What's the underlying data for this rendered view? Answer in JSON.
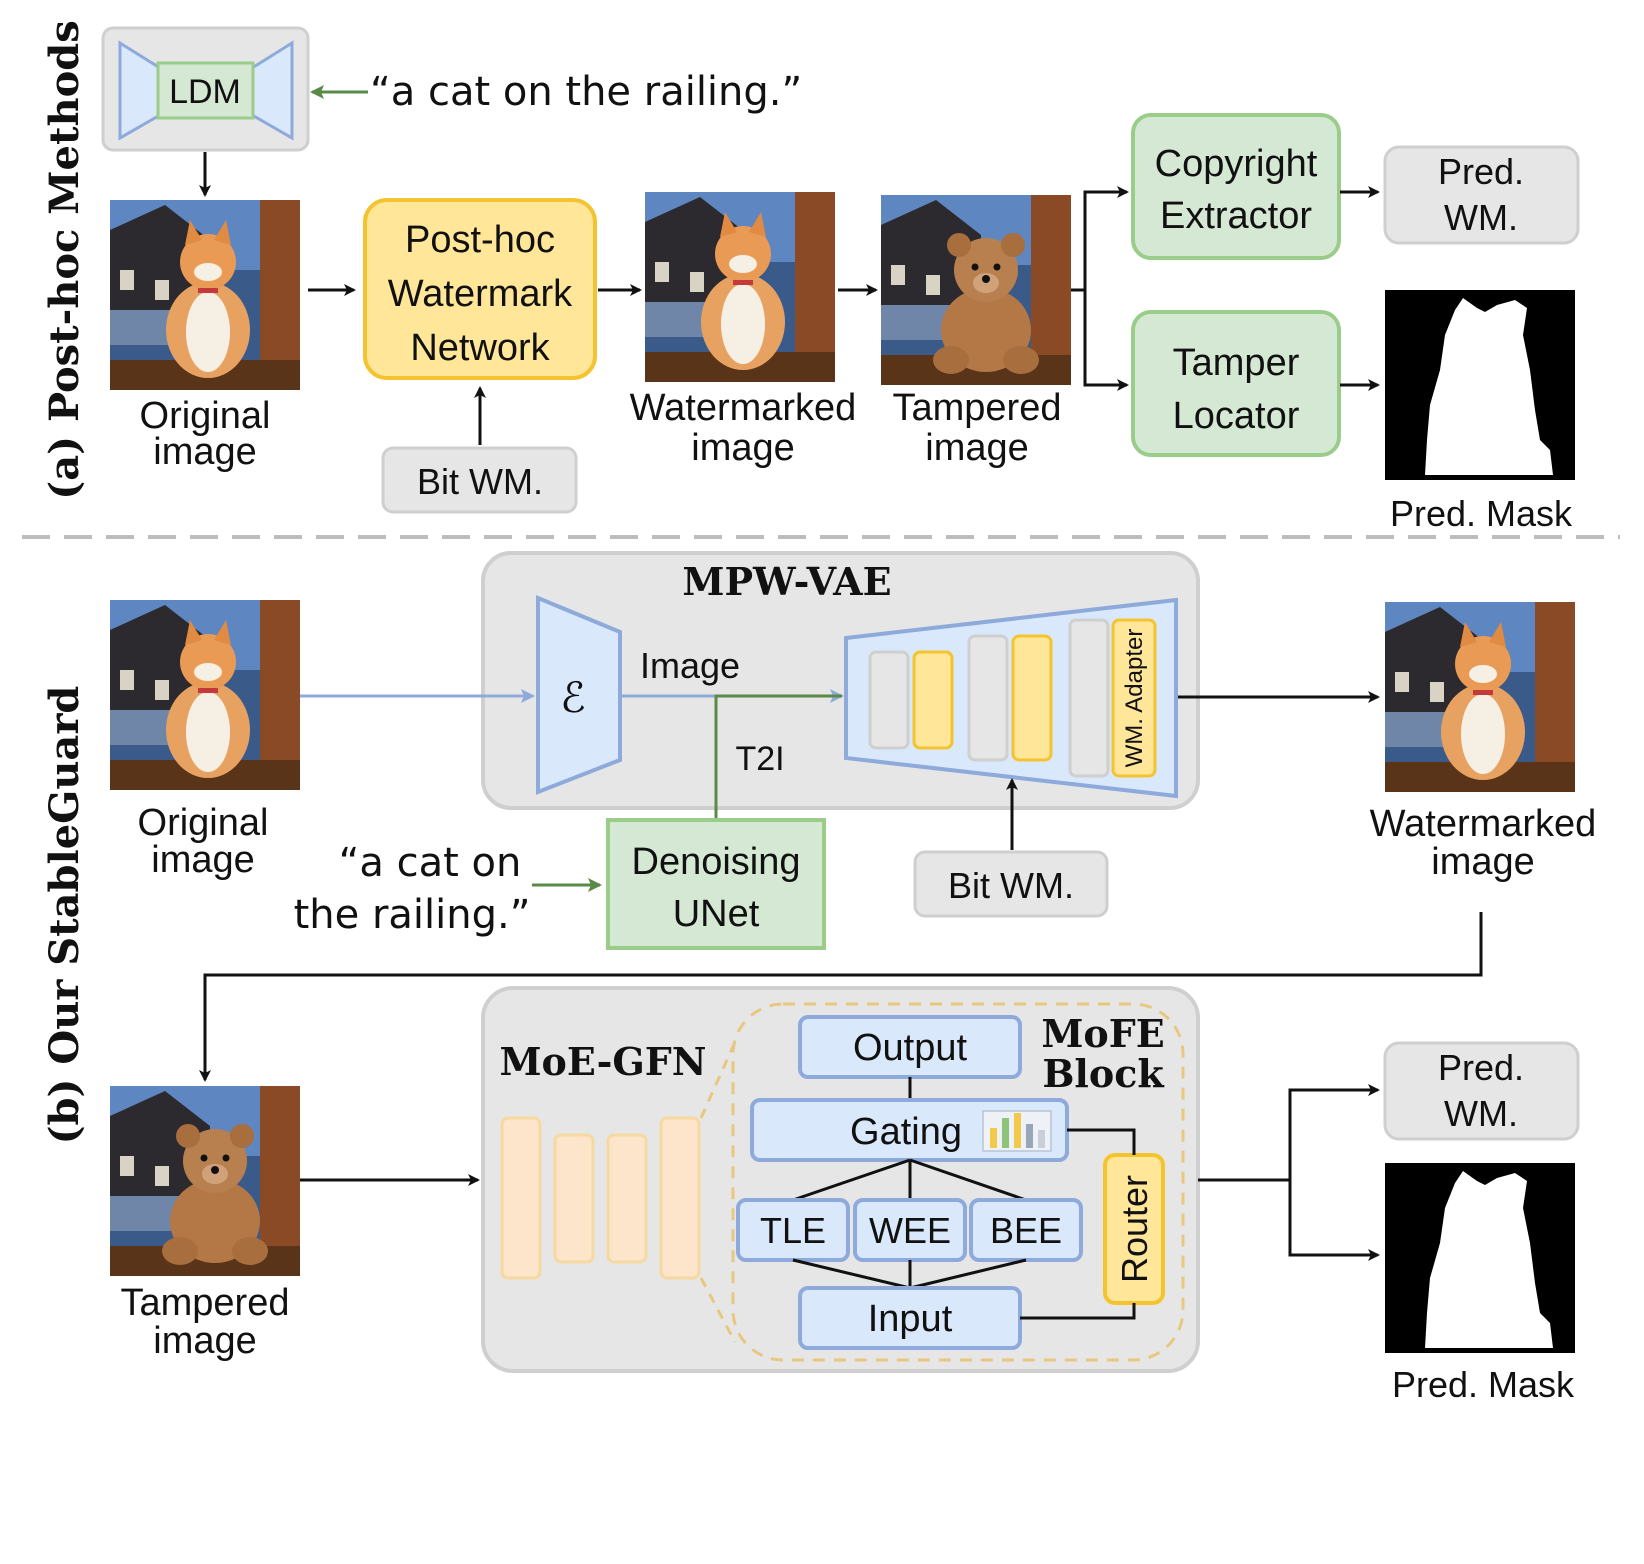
{
  "sections": {
    "a_title": "(a) Post-hoc Methods",
    "b_title": "(b) Our StableGuard"
  },
  "a": {
    "ldm": "LDM",
    "prompt": "“a cat on the railing.”",
    "original_line1": "Original",
    "original_line2": "image",
    "posthoc_line1": "Post-hoc",
    "posthoc_line2": "Watermark",
    "posthoc_line3": "Network",
    "bit_wm": "Bit WM.",
    "watermarked_line1": "Watermarked",
    "watermarked_line2": "image",
    "tampered_line1": "Tampered",
    "tampered_line2": "image",
    "copyright_line1": "Copyright",
    "copyright_line2": "Extractor",
    "tamper_line1": "Tamper",
    "tamper_line2": "Locator",
    "pred_wm_line1": "Pred.",
    "pred_wm_line2": "WM.",
    "pred_mask": "Pred. Mask"
  },
  "b": {
    "mpw_vae": "MPW-VAE",
    "encoder_symbol": "ℰ",
    "image_label": "Image",
    "t2i_label": "T2I",
    "wm_adapter": "WM. Adapter",
    "original_line1": "Original",
    "original_line2": "image",
    "prompt_line1": "“a cat on",
    "prompt_line2": "the railing.”",
    "denoising_line1": "Denoising",
    "denoising_line2": "UNet",
    "bit_wm": "Bit WM.",
    "watermarked_line1": "Watermarked",
    "watermarked_line2": "image",
    "tampered_line1": "Tampered",
    "tampered_line2": "image",
    "moe_gfn": "MoE-GFN",
    "mofe_line1": "MoFE",
    "mofe_line2": "Block",
    "output": "Output",
    "gating": "Gating",
    "tle": "TLE",
    "wee": "WEE",
    "bee": "BEE",
    "router": "Router",
    "input": "Input",
    "pred_wm_line1": "Pred.",
    "pred_wm_line2": "WM.",
    "pred_mask": "Pred. Mask"
  },
  "colors": {
    "blue_fill": "#dae8fc",
    "blue_stroke": "#8eaadb",
    "yellow_fill": "#ffe699",
    "yellow_stroke": "#f4c430",
    "green_fill": "#d5e8d4",
    "green_stroke": "#9acd8a",
    "gray_fill": "#e6e6e6",
    "gray_stroke": "#cfcfcf",
    "orange_fill": "#fde5cc",
    "orange_stroke": "#f5d9a0",
    "green_arrow": "#5a8a4a",
    "blue_arrow": "#8eaadb"
  }
}
